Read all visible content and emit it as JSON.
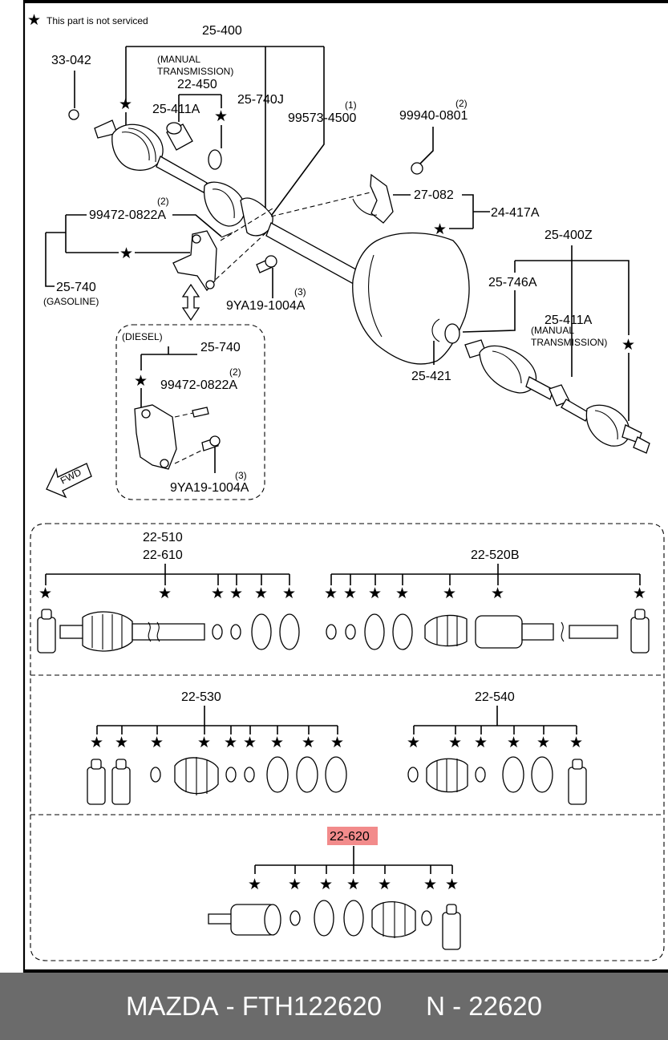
{
  "legend": {
    "symbol": "★",
    "note": "This part is not serviced"
  },
  "top": {
    "callouts": {
      "c25400": "25-400",
      "c33042": "33-042",
      "manual_tx_1": "(MANUAL",
      "manual_tx_2": "TRANSMISSION)",
      "c22450": "22-450",
      "c25411A": "25-411A",
      "c25740J": "25-740J",
      "c99573": "99573-4500",
      "q99573": "(1)",
      "c99940": "99940-0801",
      "q99940": "(2)",
      "c27082": "27-082",
      "c24417A": "24-417A",
      "c99472": "99472-0822A",
      "q99472": "(2)",
      "c25740": "25-740",
      "gasoline": "(GASOLINE)",
      "c9YA19": "9YA19-1004A",
      "q9YA19": "(3)",
      "c25400Z": "25-400Z",
      "c25746A": "25-746A",
      "c25411A_r": "25-411A",
      "manual_r_1": "(MANUAL",
      "manual_r_2": "TRANSMISSION)",
      "c25421": "25-421"
    },
    "diesel": {
      "title": "(DIESEL)",
      "c25740": "25-740",
      "c99472": "99472-0822A",
      "q99472": "(2)",
      "c9YA19": "9YA19-1004A",
      "q9YA19": "(3)"
    },
    "fwd": "FWD"
  },
  "kits": {
    "k22510": "22-510",
    "k22610": "22-610",
    "k22520B": "22-520B",
    "k22530": "22-530",
    "k22540": "22-540",
    "k22620": "22-620"
  },
  "highlight_color": "#f28b8b",
  "footer": {
    "brand": "MAZDA",
    "sep": "-",
    "part": "FTH122620",
    "ref": "N - 22620"
  }
}
